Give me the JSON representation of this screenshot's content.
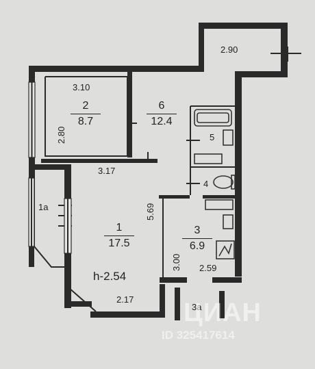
{
  "rooms": [
    {
      "id": "1",
      "area": "17.5"
    },
    {
      "id": "2",
      "area": "8.7"
    },
    {
      "id": "6",
      "area": "12.4"
    },
    {
      "id": "3",
      "area": "6.9"
    }
  ],
  "small_rooms": {
    "r5": "5",
    "r4": "4",
    "balcony": "1a",
    "balcony2": "3a"
  },
  "dimensions": {
    "d290": "2.90",
    "d310": "3.10",
    "d280": "2.80",
    "d317": "3.17",
    "d569": "5.69",
    "d300": "3.00",
    "d259": "2.59",
    "d217": "2.17"
  },
  "ceiling": "h-2.54",
  "watermark": {
    "brand": "ЦИАН",
    "id": "ID 325417614"
  }
}
